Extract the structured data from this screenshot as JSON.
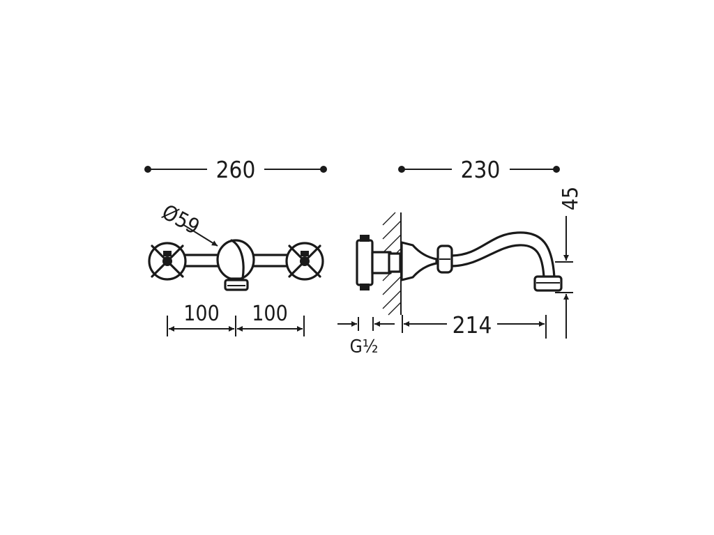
{
  "diagram": {
    "front_view": {
      "overall_width": "260",
      "handle_diameter": "Ø59",
      "spacing_left": "100",
      "spacing_right": "100"
    },
    "side_view": {
      "overall_depth": "230",
      "spout_height": "45",
      "connection_thread": "G½",
      "spout_projection": "214"
    }
  }
}
